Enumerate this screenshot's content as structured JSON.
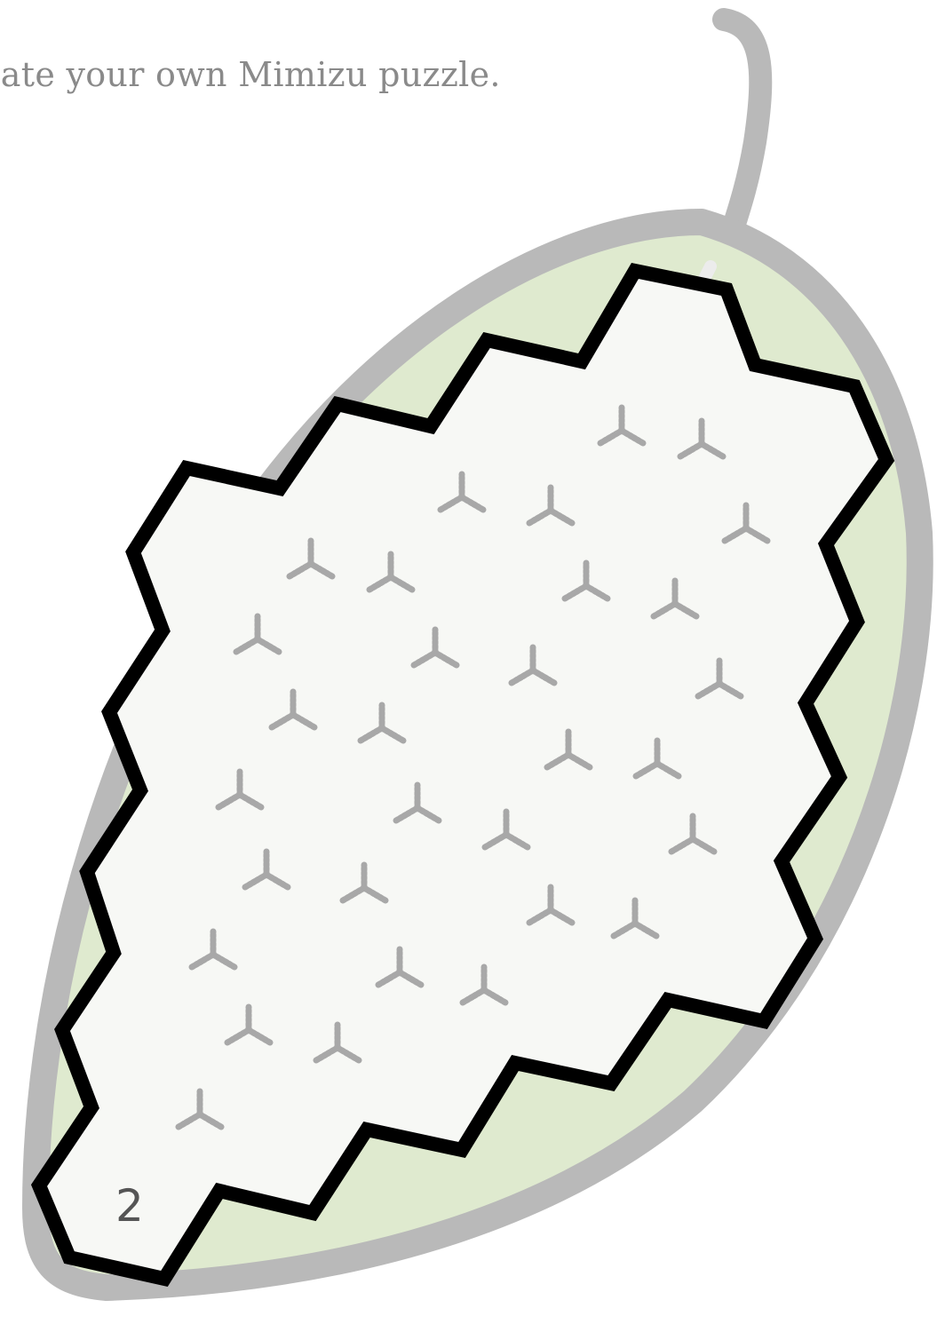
{
  "intro_text": "eate your own Mimizu puzzle.",
  "puzzle": {
    "name": "Mimizu",
    "clue_value": "2",
    "colors": {
      "leaf_fill": "#dfeacf",
      "leaf_outline": "#b9b9b9",
      "cell_fill": "#f7f8f5",
      "board_border": "#000000",
      "edge_marker": "#a8a8a8",
      "text": "#8a8a8a"
    }
  }
}
